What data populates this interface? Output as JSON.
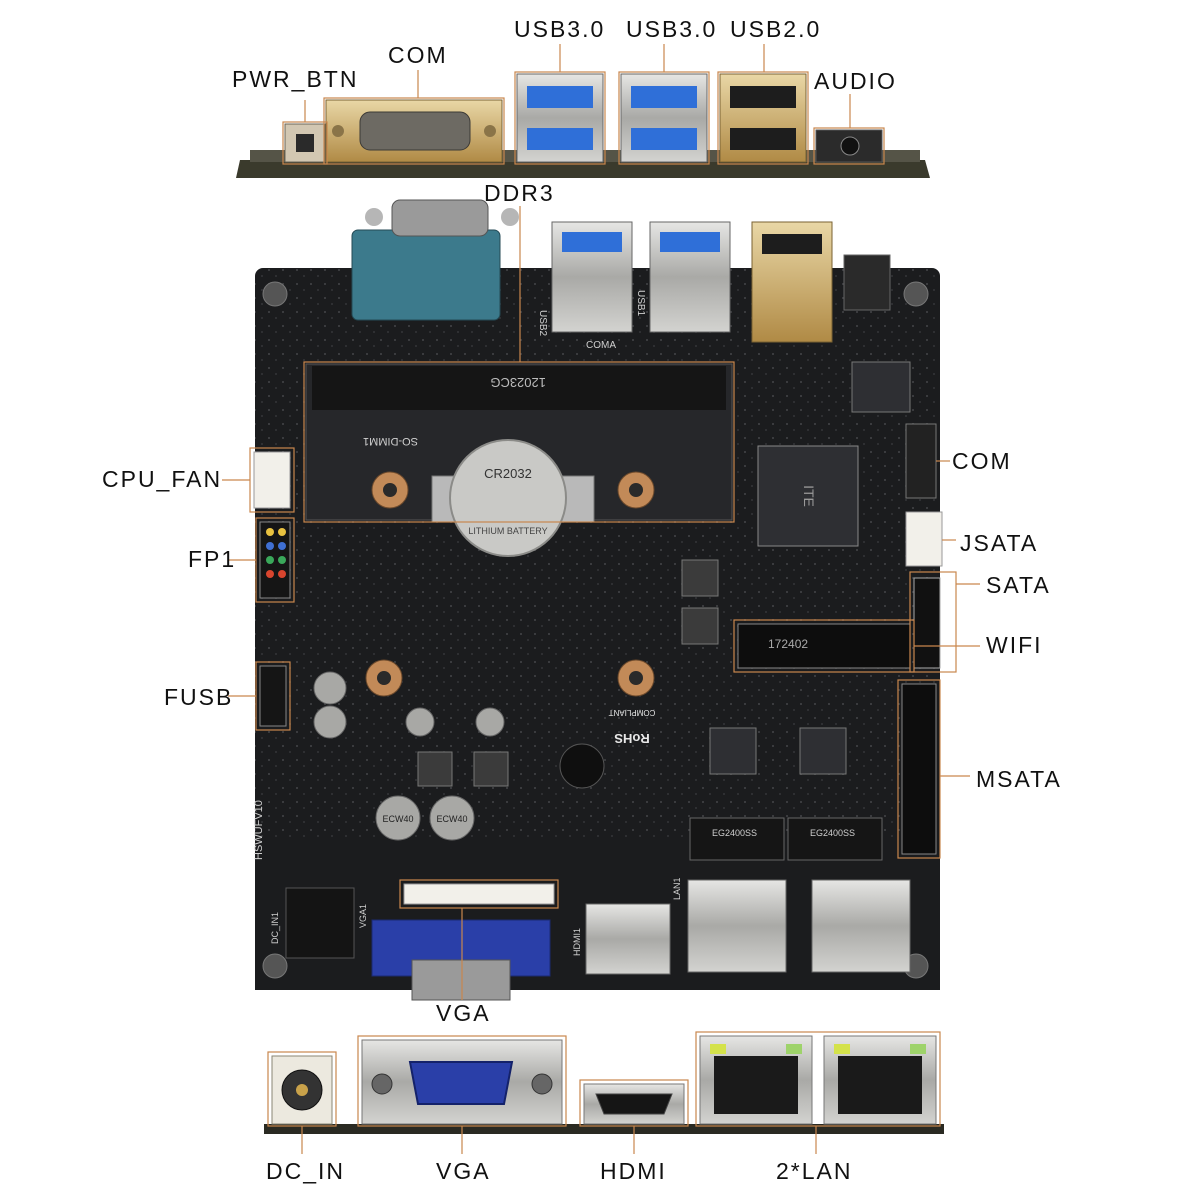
{
  "labels": {
    "pwr_btn": "PWR_BTN",
    "com_top": "COM",
    "usb3_a": "USB3.0",
    "usb3_b": "USB3.0",
    "usb2": "USB2.0",
    "audio": "AUDIO",
    "ddr3": "DDR3",
    "cpu_fan": "CPU_FAN",
    "fp1": "FP1",
    "fusb": "FUSB",
    "com_right": "COM",
    "jsata": "JSATA",
    "sata": "SATA",
    "wifi": "WIFI",
    "msata": "MSATA",
    "vga_board": "VGA",
    "dc_in": "DC_IN",
    "vga_bottom": "VGA",
    "hdmi": "HDMI",
    "lan": "2*LAN"
  },
  "board_text": {
    "so_dimm": "SO-DIMM1",
    "dimm_code": "12023CG",
    "battery": "CR2032",
    "battery_type": "LITHIUM BATTERY",
    "ite": "ITE",
    "rohs": "RoHS",
    "rohs_sub": "COMPLIANT",
    "model": "HSWUFV10",
    "wifi_slot": "172402",
    "lan_chip_a": "EG2400SS",
    "lan_chip_b": "EG2400SS",
    "cap_a": "ECW40",
    "cap_b": "ECW40",
    "dc_silk": "DC_IN1",
    "vga_silk": "VGA1",
    "hdmi_silk": "HDMI1",
    "lan_silk": "LAN1",
    "usb1_silk": "USB1",
    "usb2_silk": "USB2",
    "coma_silk": "COMA"
  },
  "colors": {
    "pcb": "#1b1c1e",
    "leader": "#c9874e",
    "usb3_blue": "#2f6fd8",
    "vga_blue": "#2a3fa8",
    "com_teal": "#3c7a8c"
  }
}
